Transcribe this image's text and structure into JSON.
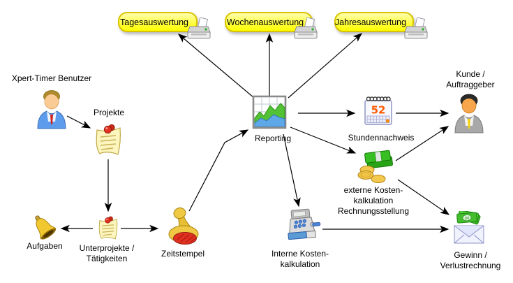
{
  "nodes": {
    "user": {
      "label": "Xpert-Timer Benutzer",
      "icon": "person-blue-icon"
    },
    "projekte": {
      "label": "Projekte",
      "icon": "note-pushpin-icon"
    },
    "reporting": {
      "label": "Reporting",
      "icon": "chart-icon"
    },
    "tagesauswertung": {
      "label": "Tagesauswertung",
      "icon": "printer-icon"
    },
    "wochenauswertung": {
      "label": "Wochenauswertung",
      "icon": "printer-icon"
    },
    "jahresauswertung": {
      "label": "Jahresauswertung",
      "icon": "printer-icon"
    },
    "stundennachweis": {
      "label": "Stundennachweis",
      "icon": "calendar-icon",
      "calendar_number": "52"
    },
    "kunde": {
      "label": "Kunde /\nAuftraggeber",
      "icon": "person-gray-icon"
    },
    "externe_kosten": {
      "label": "externe Kosten-\nkalkulation\nRechnungsstellung",
      "icon": "money-icon"
    },
    "interne_kosten": {
      "label": "Interne Kosten-\nkalkulation",
      "icon": "cash-register-icon"
    },
    "gewinn": {
      "label": "Gewinn /\nVerlustrechnung",
      "icon": "envelope-money-icon"
    },
    "aufgaben": {
      "label": "Aufgaben",
      "icon": "bell-icon"
    },
    "unterprojekte": {
      "label": "Unterprojekte /\nTätigkeiten",
      "icon": "note-pushpin-icon"
    },
    "zeitstempel": {
      "label": "Zeitstempel",
      "icon": "stamp-icon"
    }
  },
  "colors": {
    "background": "#FFFFFF",
    "highlight_box_fill": "#FFFF45",
    "highlight_box_border": "#D9C300",
    "arrow": "#000000",
    "calendar_number": "#FF5A00",
    "money_green": "#33B81F",
    "coin_gold": "#F2C94C"
  }
}
